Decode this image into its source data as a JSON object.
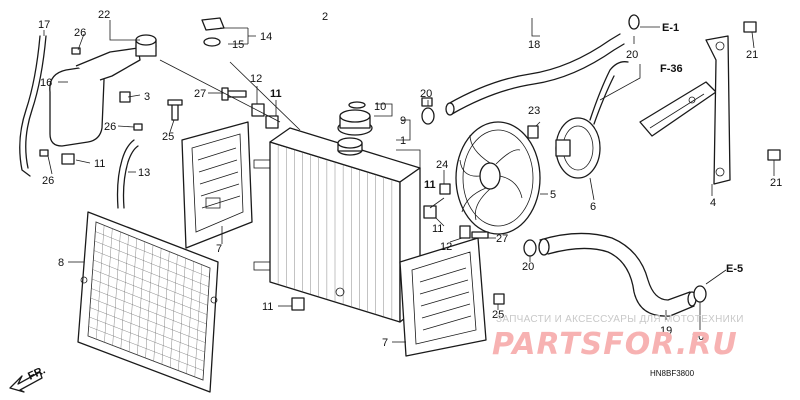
{
  "callouts": {
    "n1": "1",
    "n2": "2",
    "n3": "3",
    "n4": "4",
    "n5": "5",
    "n6": "6",
    "n7": "7",
    "n8": "8",
    "n9": "9",
    "n10": "10",
    "n11": "11",
    "n12": "12",
    "n13": "13",
    "n14": "14",
    "n15": "15",
    "n16": "16",
    "n17": "17",
    "n18": "18",
    "n19": "19",
    "n20": "20",
    "n21": "21",
    "n22": "22",
    "n23": "23",
    "n24": "24",
    "n25": "25",
    "n26": "26",
    "n27": "27"
  },
  "references": {
    "e1": "E-1",
    "f36": "F-36",
    "e5": "E-5"
  },
  "direction": {
    "fr": "FR."
  },
  "diagram_code": "HN8BF3800",
  "watermark": {
    "tagline": "ЗАПЧАСТИ И АКСЕССУАРЫ ДЛЯ МОТОТЕХНИКИ",
    "brand": "PARTSFOR.RU"
  }
}
